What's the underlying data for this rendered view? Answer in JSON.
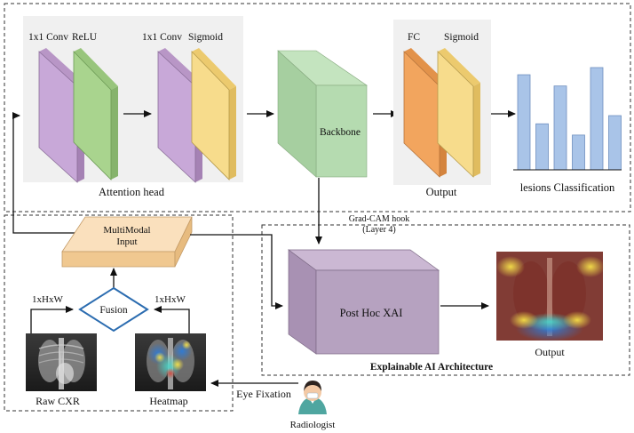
{
  "attention_head": {
    "conv1_label": "1x1 Conv",
    "relu_label": "ReLU",
    "conv2_label": "1x1 Conv",
    "sigmoid_label": "Sigmoid",
    "caption": "Attention head",
    "colors": {
      "conv": "#c8a8d8",
      "relu": "#a9d48e",
      "sigmoid": "#f7dc8c"
    }
  },
  "backbone": {
    "label": "Backbone",
    "color": "#b5dbb0"
  },
  "output_block": {
    "fc_label": "FC",
    "sigmoid_label": "Sigmoid",
    "caption": "Output",
    "colors": {
      "fc": "#f2a55e",
      "sigmoid": "#f7dc8c"
    }
  },
  "lesions": {
    "caption": "lesions Classification",
    "bar_color": "#a9c4e8",
    "bar_values": [
      0.93,
      0.45,
      0.82,
      0.34,
      1.0,
      0.53
    ]
  },
  "gradcam": {
    "line1": "Grad-CAM hook",
    "line2": "(Layer 4)"
  },
  "multimodal": {
    "line1": "MultiModal",
    "line2": "Input",
    "color": "#f7cf9e"
  },
  "fusion": {
    "label": "Fusion",
    "left_dim": "1xHxW",
    "right_dim": "1xHxW",
    "border_color": "#2b6cb0"
  },
  "inputs": {
    "raw_label": "Raw CXR",
    "heatmap_label": "Heatmap"
  },
  "xai": {
    "label": "Post Hoc XAI",
    "output_label": "Output",
    "section_title": "Explainable AI Architecture",
    "color": "#b6a2c0"
  },
  "eye": {
    "label": "Eye Fixation",
    "radiologist_label": "Radiologist"
  }
}
